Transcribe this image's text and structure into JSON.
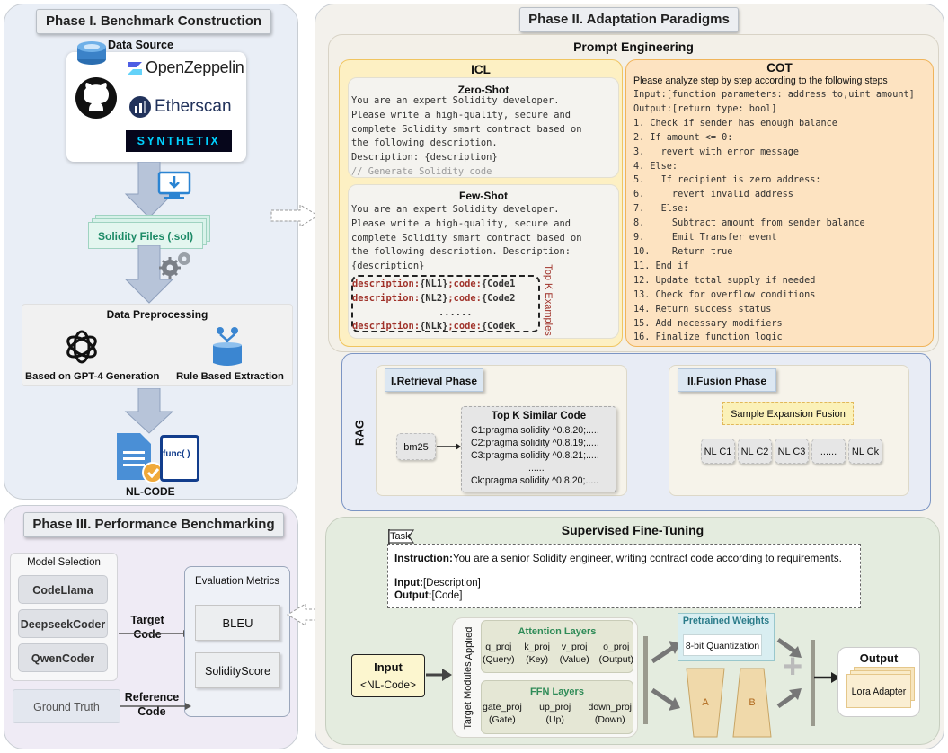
{
  "phase1": {
    "title": "Phase I.  Benchmark Construction",
    "data_source": "Data Source",
    "logos": {
      "openzeppelin": "OpenZeppelin",
      "etherscan": "Etherscan",
      "synthetix": "SYNTHETIX"
    },
    "solidity_files": "Solidity Files (.sol)",
    "data_preprocessing": "Data Preprocessing",
    "gpt_label": "Based on GPT-4 Generation",
    "rule_label": "Rule Based Extraction",
    "func_label": "func( )",
    "nl_code": "NL-CODE"
  },
  "phase2": {
    "title": "Phase II.  Adaptation Paradigms",
    "prompt_engineering": "Prompt Engineering",
    "icl": {
      "title": "ICL",
      "zero_shot_title": "Zero-Shot",
      "zero_shot_lines": [
        "You are an expert Solidity developer.",
        "Please write a high-quality, secure and",
        "complete Solidity smart contract based on",
        "the following description.",
        "Description: {description}",
        "// Generate Solidity code"
      ],
      "few_shot_title": "Few-Shot",
      "few_shot_lines": [
        "You are an expert Solidity developer.",
        "Please write a high-quality, secure and",
        "complete Solidity smart contract based on",
        "the following description. Description:",
        "{description}"
      ],
      "examples": [
        {
          "k1": "description:",
          "v1": "{NL1}",
          "k2": ";code:",
          "v2": "{Code1"
        },
        {
          "k1": "description:",
          "v1": "{NL2}",
          "k2": ";code:",
          "v2": "{Code2"
        },
        {
          "k1": "description:",
          "v1": "{NLk}",
          "k2": ";code:",
          "v2": "{Codek"
        }
      ],
      "ellipsis": "......",
      "top_k_label": "Top K Examples"
    },
    "cot": {
      "title": "COT",
      "subtitle": "Please analyze step by step according to the following steps",
      "lines": [
        "Input:[function parameters: address to,uint amount]",
        "Output:[return type: bool]",
        "1. Check if sender has enough balance",
        "2. If amount <= 0:",
        "3.   revert with error message",
        "4. Else:",
        "5.   If recipient is zero address:",
        "6.     revert invalid address",
        "7.   Else:",
        "8.     Subtract amount from sender balance",
        "9.     Emit Transfer event",
        "10.    Return true",
        "11. End if",
        "12. Update total supply if needed",
        "13. Check for overflow conditions",
        "14. Return success status",
        "15. Add necessary modifiers",
        "16. Finalize function logic"
      ]
    },
    "rag": {
      "label": "RAG",
      "retrieval_title": "I.Retrieval Phase",
      "bm25": "bm25",
      "topk_title": "Top K Similar Code",
      "topk_lines": [
        "C1:pragma solidity ^0.8.20;.....",
        "C2:pragma solidity ^0.8.19;.....",
        "C3:pragma solidity ^0.8.21;.....",
        "......",
        "Ck:pragma solidity ^0.8.20;....."
      ],
      "fusion_title": "II.Fusion Phase",
      "fusion_box": "Sample Expansion Fusion",
      "nl_chips": [
        "NL C1",
        "NL C2",
        "NL C3",
        "......",
        "NL Ck"
      ]
    },
    "sft": {
      "title": "Supervised Fine-Tuning",
      "task_flag": "Task",
      "instruction_key": "Instruction:",
      "instruction_val": "You are a senior Solidity engineer, writing contract code according to requirements.",
      "input_key": "Input:",
      "input_val": "[Description]",
      "output_key": "Output:",
      "output_val": "[Code]",
      "input_box_title": "Input",
      "input_box_sub": "<NL-Code>",
      "side_label_1": "Applied",
      "side_label_2": "Target Modules",
      "attention_title": "Attention Layers",
      "attention_items": [
        {
          "name": "q_proj",
          "desc": "(Query)"
        },
        {
          "name": "k_proj",
          "desc": "(Key)"
        },
        {
          "name": "v_proj",
          "desc": "(Value)"
        },
        {
          "name": "o_proj",
          "desc": "(Output)"
        }
      ],
      "ffn_title": "FFN Layers",
      "ffn_items": [
        {
          "name": "gate_proj",
          "desc": "(Gate)"
        },
        {
          "name": "up_proj",
          "desc": "(Up)"
        },
        {
          "name": "down_proj",
          "desc": "(Down)"
        }
      ],
      "pretrained_title": "Pretrained Weights",
      "quantization": "8-bit Quantization",
      "matrix_a": "A",
      "matrix_b": "B",
      "output_title": "Output",
      "output_sub": "Lora Adapter"
    }
  },
  "phase3": {
    "title": "Phase III. Performance Benchmarking",
    "model_selection": "Model Selection",
    "models": [
      "CodeLlama",
      "DeepseekCoder",
      "QwenCoder"
    ],
    "target_code": "Target\nCode",
    "evaluation_title": "Evaluation Metrics",
    "metrics": [
      "BLEU",
      "SolidityScore"
    ],
    "ground_truth": "Ground Truth",
    "reference_code": "Reference\nCode"
  },
  "colors": {
    "phase1_bg": "#e8eef6",
    "phase2_bg": "#f3f1ec",
    "phase3_bg": "#eeeaf4",
    "icl_bg": "#fdf1c4",
    "cot_bg": "#fde5c4",
    "rag_bg": "#e8ecf5",
    "sft_bg": "#e5eddf",
    "keyword_red": "#a0322a"
  }
}
